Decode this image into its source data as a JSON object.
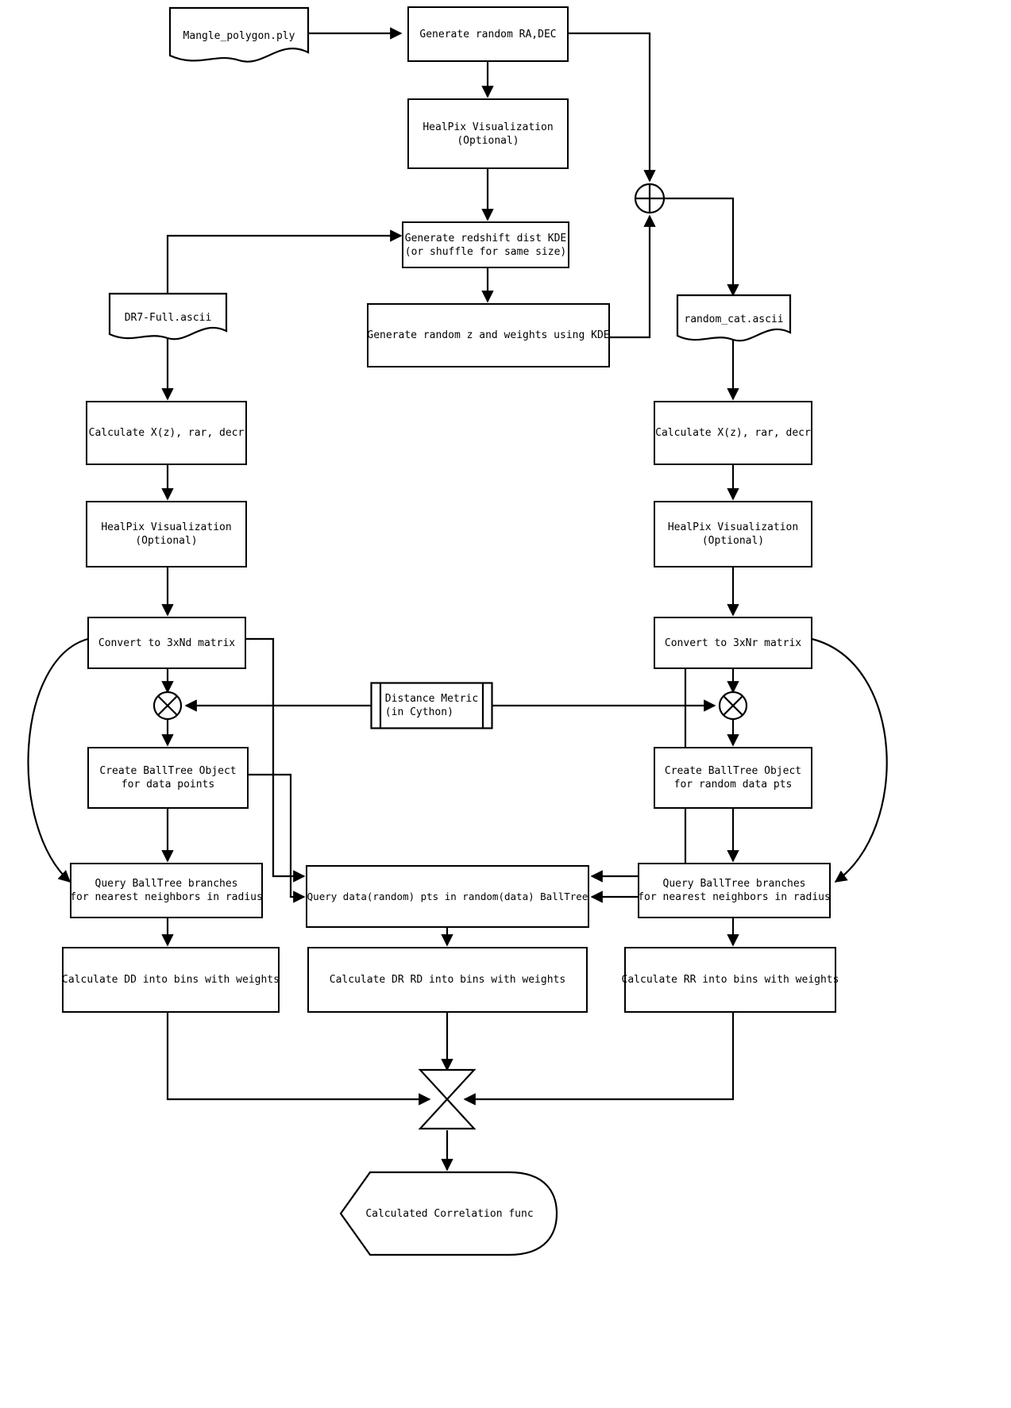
{
  "diagram": {
    "title": "Correlation function pipeline flowchart",
    "stroke_color": "#000000",
    "fill_color": "#ffffff"
  },
  "nodes": {
    "mangle_polygon": {
      "label": "Mangle_polygon.ply",
      "shape": "document"
    },
    "generate_radec": {
      "label": "Generate random RA,DEC",
      "shape": "process"
    },
    "healpix_top": {
      "label": "HealPix Visualization\n(Optional)",
      "shape": "process"
    },
    "generate_kde": {
      "label": "Generate redshift dist KDE\n(or shuffle for same size)",
      "shape": "process"
    },
    "dr7_full": {
      "label": "DR7-Full.ascii",
      "shape": "document"
    },
    "generate_random_z": {
      "label": "Generate random z and weights using KDE",
      "shape": "process"
    },
    "random_cat": {
      "label": "random_cat.ascii",
      "shape": "document"
    },
    "calc_xz_left": {
      "label": "Calculate X(z), rar, decr",
      "shape": "process"
    },
    "calc_xz_right": {
      "label": "Calculate X(z), rar, decr",
      "shape": "process"
    },
    "healpix_left": {
      "label": "HealPix Visualization\n(Optional)",
      "shape": "process"
    },
    "healpix_right": {
      "label": "HealPix Visualization\n(Optional)",
      "shape": "process"
    },
    "convert_nd": {
      "label": "Convert to 3xNd matrix",
      "shape": "process"
    },
    "convert_nr": {
      "label": "Convert to 3xNr matrix",
      "shape": "process"
    },
    "distance_metric": {
      "label": "Distance Metric\n(in Cython)",
      "shape": "predefined-process"
    },
    "balltree_data": {
      "label": "Create BallTree Object\nfor data points",
      "shape": "process"
    },
    "balltree_random": {
      "label": "Create BallTree Object\nfor random data pts",
      "shape": "process"
    },
    "query_left": {
      "label": "Query BallTree branches\nfor nearest neighbors in radius",
      "shape": "process"
    },
    "query_mid": {
      "label": "Query data(random) pts in random(data) BallTree",
      "shape": "process"
    },
    "query_right": {
      "label": "Query BallTree branches\nfor nearest neighbors in radius",
      "shape": "process"
    },
    "calc_dd": {
      "label": "Calculate DD into bins with weights",
      "shape": "process"
    },
    "calc_drrd": {
      "label": "Calculate DR RD into bins with weights",
      "shape": "process"
    },
    "calc_rr": {
      "label": "Calculate RR into bins with weights",
      "shape": "process"
    },
    "result": {
      "label": "Calculated Correlation func",
      "shape": "terminator-hex"
    }
  },
  "junctions": {
    "sum_top": {
      "symbol": "circle-plus",
      "name": "combine-radec-and-z"
    },
    "cross_left": {
      "symbol": "circle-times",
      "name": "apply-metric-data"
    },
    "cross_right": {
      "symbol": "circle-times",
      "name": "apply-metric-random"
    },
    "bowtie": {
      "symbol": "hourglass-merge",
      "name": "merge-counts"
    }
  }
}
